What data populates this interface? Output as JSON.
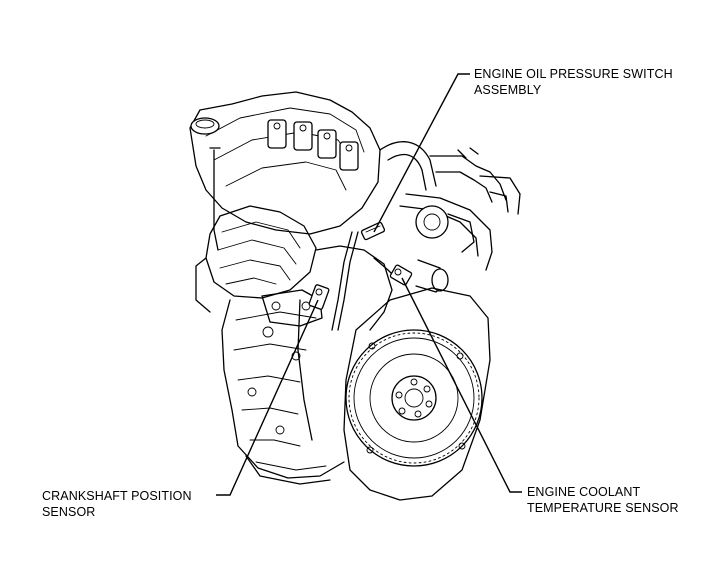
{
  "labels": {
    "oil_pressure_switch": {
      "line1": "ENGINE OIL PRESSURE SWITCH",
      "line2": "ASSEMBLY"
    },
    "crankshaft_sensor": {
      "line1": "CRANKSHAFT POSITION",
      "line2": "SENSOR"
    },
    "coolant_temp_sensor": {
      "line1": "ENGINE COOLANT",
      "line2": "TEMPERATURE SENSOR"
    }
  }
}
